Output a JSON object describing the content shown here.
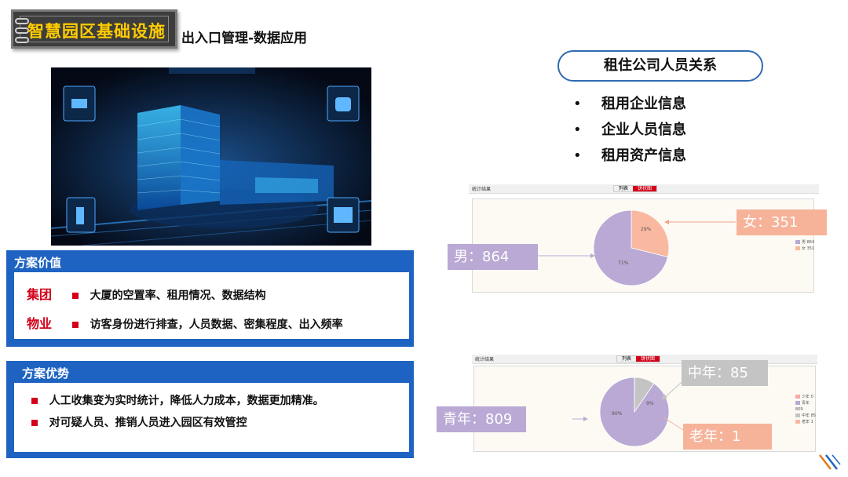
{
  "header": {
    "title": "智慧园区基础设施",
    "subtitle": "出入口管理-数据应用"
  },
  "right_section": {
    "pill_title": "租住公司人员关系",
    "bullet": "•",
    "bullets": [
      "租用企业信息",
      "企业人员信息",
      "租用资产信息"
    ]
  },
  "value_panel": {
    "title": "方案价值",
    "rows": [
      {
        "category": "集团",
        "text": "大厦的空置率、租用情况、数据结构"
      },
      {
        "category": "物业",
        "text": "访客身份进行排查，人员数据、密集程度、出入频率"
      }
    ]
  },
  "advantage_panel": {
    "title": "方案优势",
    "rows": [
      "人工收集变为实时统计，降低人力成本，数据更加精准。",
      "对可疑人员、推销人员进入园区有效管控"
    ]
  },
  "gender_chart": {
    "bar_label": "统计结果",
    "tabs": [
      "列表",
      "饼状图"
    ],
    "callout_female": "女：351",
    "callout_male": "男：864",
    "slice_label_female": "29%",
    "slice_label_male": "71%",
    "legend": [
      "男 864",
      "女 351"
    ]
  },
  "age_chart": {
    "bar_label": "统计结果",
    "tabs": [
      "列表",
      "饼状图"
    ],
    "callout_mid": "中年：85",
    "callout_young": "青年：809",
    "callout_old": "老年：1",
    "slice_label_mid": "9%",
    "slice_label_young": "90%",
    "legend": [
      "少年 0",
      "青年 809",
      "中年 85",
      "老年 1"
    ]
  },
  "chart_data": [
    {
      "type": "pie",
      "categories": [
        "男",
        "女"
      ],
      "values": [
        864,
        351
      ],
      "colors": [
        "#b9a9d4",
        "#f9b9a0"
      ]
    },
    {
      "type": "pie",
      "categories": [
        "少年",
        "青年",
        "中年",
        "老年"
      ],
      "values": [
        0,
        809,
        85,
        1
      ],
      "colors": [
        "#f7a8a8",
        "#b9a9d4",
        "#c4c4c4",
        "#f9b9a0"
      ]
    }
  ],
  "colors": {
    "title_bg": "#3d3d3d",
    "title_text": "#ffcc00",
    "panel_blue": "#1e63c2",
    "accent_red": "#d4001a",
    "pie_purple": "#b9a9d4",
    "pie_peach": "#f9b9a0",
    "pie_grey": "#c4c4c4"
  }
}
